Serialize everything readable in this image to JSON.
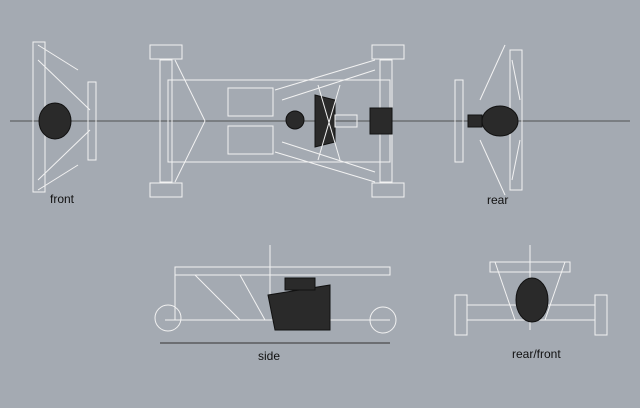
{
  "labels": {
    "front": "front",
    "rear": "rear",
    "side": "side",
    "rear_front": "rear/front"
  },
  "colors": {
    "background": "#a4aab2",
    "lines": "#f2f2f2",
    "ink": "#2a2a2a"
  }
}
